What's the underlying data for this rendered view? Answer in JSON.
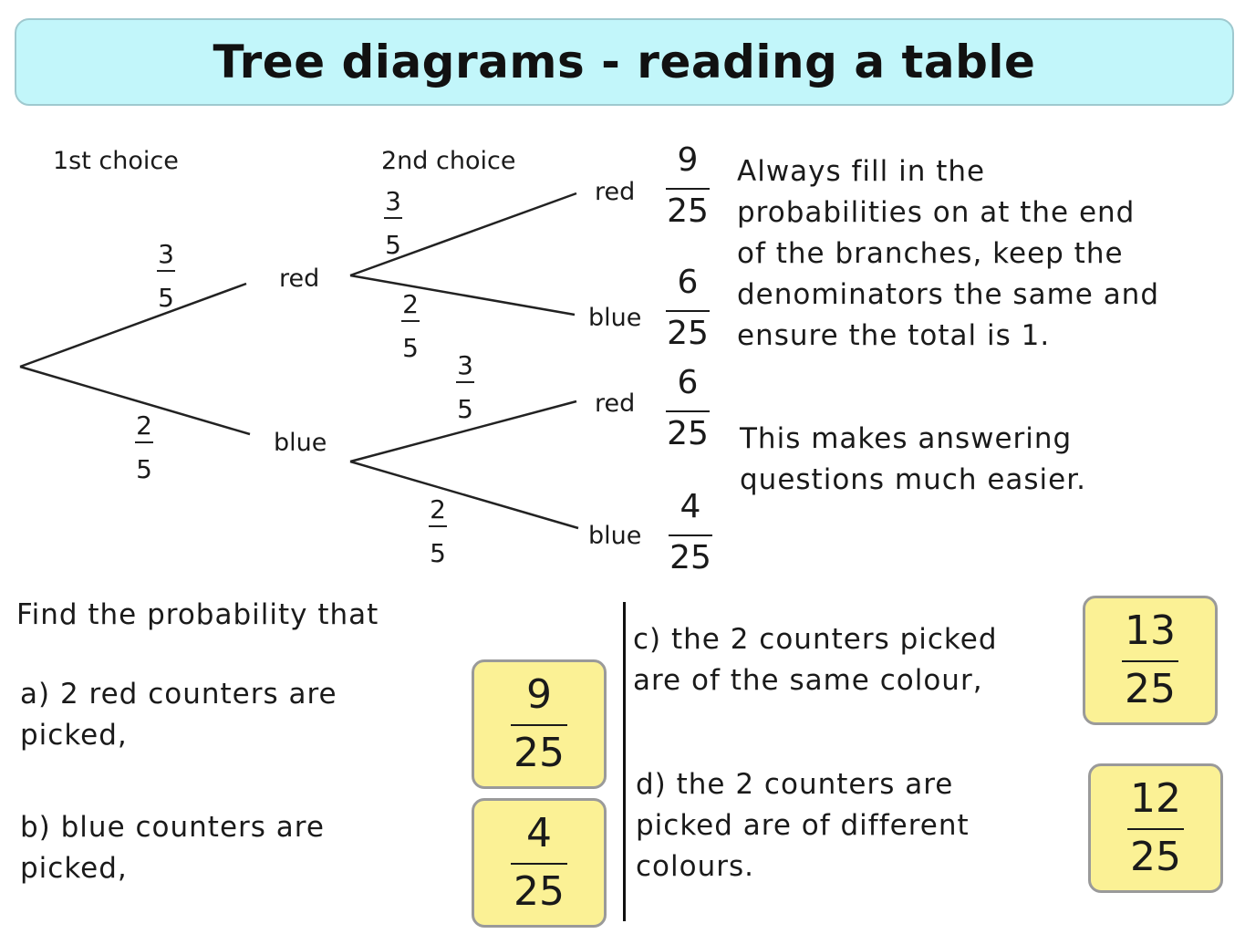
{
  "title": "Tree diagrams - reading a table",
  "tree": {
    "headers": {
      "first": "1st choice",
      "second": "2nd choice"
    },
    "first_branches": {
      "red": {
        "label": "red",
        "num": "3",
        "den": "5"
      },
      "blue": {
        "label": "blue",
        "num": "2",
        "den": "5"
      }
    },
    "second_branches": {
      "red_red": {
        "label": "red",
        "num": "3",
        "den": "5"
      },
      "red_blue": {
        "label": "blue",
        "num": "2",
        "den": "5"
      },
      "blue_red": {
        "label": "red",
        "num": "3",
        "den": "5"
      },
      "blue_blue": {
        "label": "blue",
        "num": "2",
        "den": "5"
      }
    },
    "outcomes": [
      {
        "num": "9",
        "den": "25"
      },
      {
        "num": "6",
        "den": "25"
      },
      {
        "num": "6",
        "den": "25"
      },
      {
        "num": "4",
        "den": "25"
      }
    ]
  },
  "notes": {
    "note1": [
      "Always fill in the",
      "probabilities on at the end",
      "of the branches, keep the",
      "denominators the same and",
      "ensure the total is 1."
    ],
    "note2": [
      "This makes answering",
      "questions much easier."
    ]
  },
  "questions": {
    "intro": "Find the probability that",
    "a": {
      "lines": [
        "a) 2 red counters are",
        "picked,"
      ],
      "answer": {
        "num": "9",
        "den": "25"
      }
    },
    "b": {
      "lines": [
        "b) blue counters are",
        "picked,"
      ],
      "answer": {
        "num": "4",
        "den": "25"
      }
    },
    "c": {
      "lines": [
        "c) the 2 counters picked",
        "are of the same colour,"
      ],
      "answer": {
        "num": "13",
        "den": "25"
      }
    },
    "d": {
      "lines": [
        "d) the 2 counters are",
        "picked are of  different",
        "colours."
      ],
      "answer": {
        "num": "12",
        "den": "25"
      }
    }
  },
  "colors": {
    "title_bg": "#c2f6fa",
    "answer_bg": "#fbf195",
    "answer_border": "#9a9a9a"
  }
}
